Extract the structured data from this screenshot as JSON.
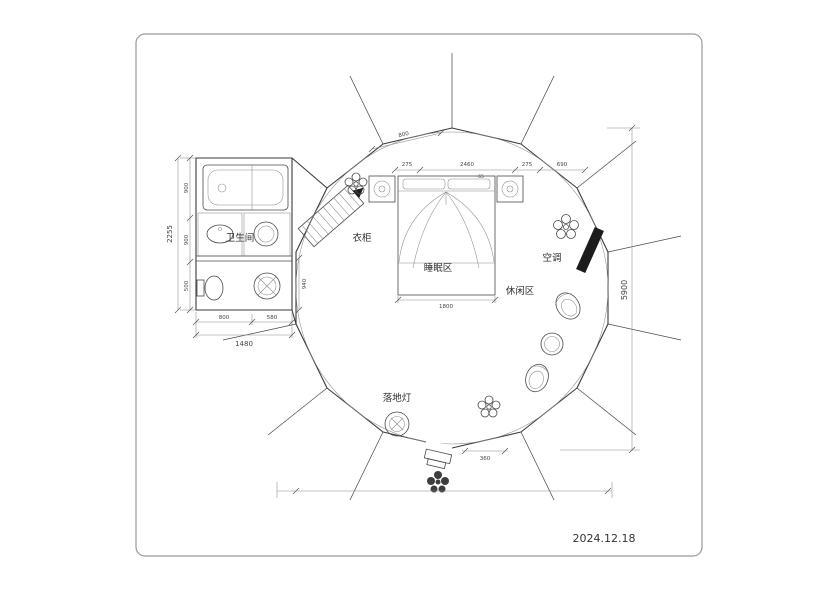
{
  "page": {
    "date": "2024.12.18"
  },
  "labels": {
    "bathroom": "卫生间",
    "wardrobe": "衣柜",
    "sleeping": "睡眠区",
    "leisure": "休闲区",
    "ac": "空调",
    "floor_lamp": "落地灯"
  },
  "dims": {
    "left_total": "2255",
    "left_seg1": "900",
    "left_seg2": "900",
    "left_seg3": "500",
    "bath_bottom_seg1": "800",
    "bath_bottom_seg2": "580",
    "bath_bottom_total": "1480",
    "bath_right": "940",
    "top_edge": "800",
    "top_seg1": "275",
    "top_seg2": "2460",
    "top_seg2_sub": "65",
    "top_seg3": "275",
    "top_seg4": "690",
    "bed_width": "1800",
    "diameter": "5900",
    "entrance": "360"
  },
  "colors": {
    "line": "#3a3a3a",
    "dim_text": "#444444",
    "fill_dark": "#1c1c1c"
  }
}
